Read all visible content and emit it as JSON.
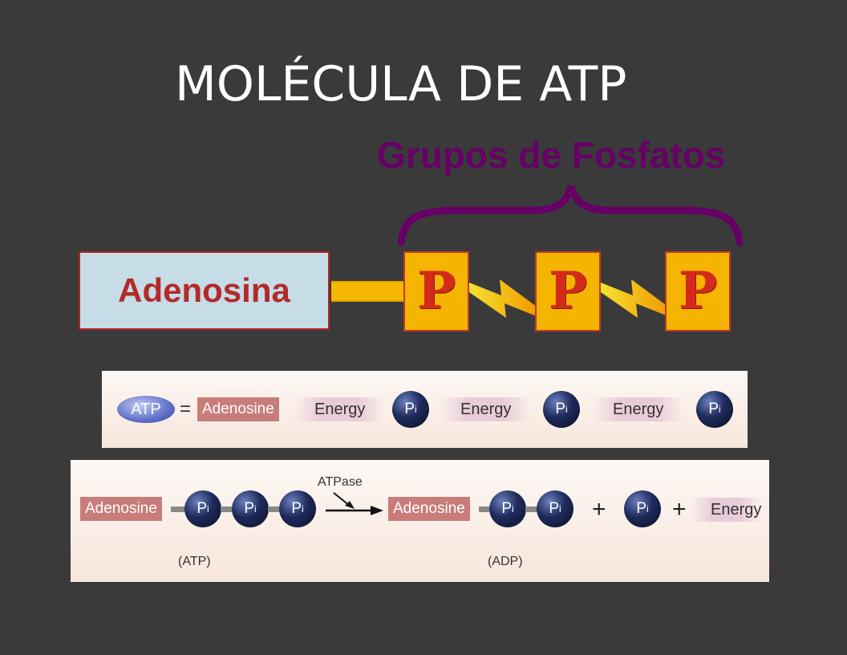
{
  "title": "MOLÉCULA DE ATP",
  "diagram": {
    "group_label": "Grupos de Fosfatos",
    "adenosina_label": "Adenosina",
    "phosphate_letter": "P",
    "phosphate_count": 3
  },
  "panel_top": {
    "atp_label": "ATP",
    "equals": "=",
    "adenosine": "Adenosine",
    "energy": "Energy",
    "pi_base": "P",
    "pi_sub": "i"
  },
  "panel_bottom": {
    "adenosine": "Adenosine",
    "pi_base": "P",
    "pi_sub": "i",
    "enzyme": "ATPase",
    "plus": "+",
    "energy": "Energy",
    "atp_caption": "(ATP)",
    "adp_caption": "(ADP)"
  },
  "colors": {
    "background": "#3a3a3a",
    "purple": "#660066",
    "adenosina_box": "#c6dce6",
    "adenosina_text": "#b22a2a",
    "phosphate_box": "#f5b400",
    "phosphate_letter": "#d42a1a"
  }
}
